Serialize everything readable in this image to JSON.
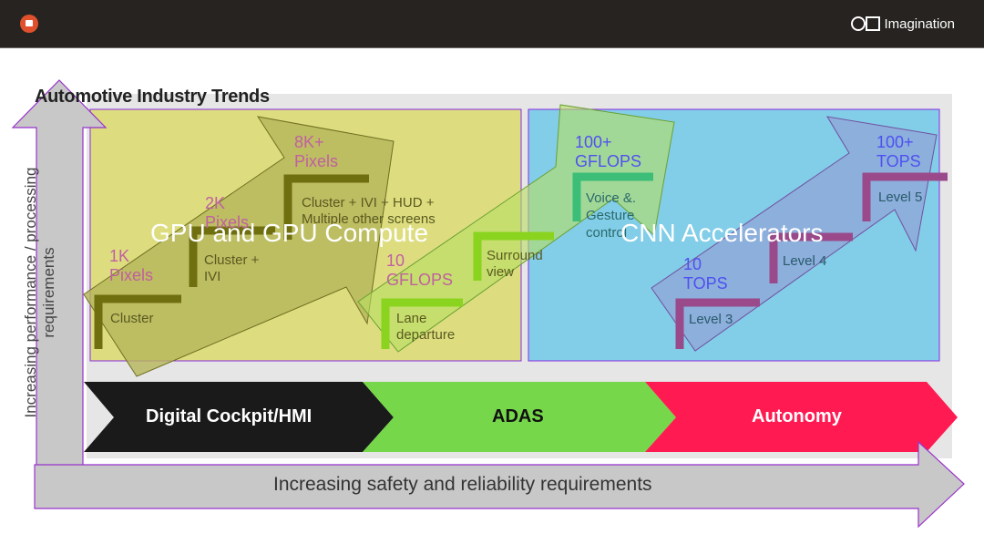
{
  "header": {
    "app_icon": "presentation-icon",
    "brand": "Imagination",
    "brand_logo": "circle-square-logo"
  },
  "slide": {
    "title": "Automotive Industry Trends",
    "y_axis": {
      "line1": "Increasing performance / processing",
      "line2": "requirements"
    },
    "x_axis": "Increasing safety and reliability requirements",
    "segments": [
      {
        "label": "Digital Cockpit/HMI",
        "color": "#1a1a1a",
        "text_color": "#ffffff"
      },
      {
        "label": "ADAS",
        "color": "#76d74a",
        "text_color": "#111111"
      },
      {
        "label": "Autonomy",
        "color": "#ff1a52",
        "text_color": "#ffffff"
      }
    ],
    "panels": {
      "gpu": {
        "title": "GPU and GPU Compute",
        "color": "#dddd80"
      },
      "cnn": {
        "title": "CNN Accelerators",
        "color": "#82cde8"
      }
    },
    "cockpit_steps": [
      {
        "value": "1K\nPixels",
        "label": "Cluster"
      },
      {
        "value": "2K\nPixels",
        "label": "Cluster +\nIVI"
      },
      {
        "value": "8K+\nPixels",
        "label": "Cluster + IVI + HUD +\nMultiple other screens"
      }
    ],
    "adas_steps": [
      {
        "value": "10\nGFLOPS",
        "label": "Lane\ndeparture"
      },
      {
        "value": "",
        "label": "Surround\nview"
      },
      {
        "value": "100+\nGFLOPS",
        "label": "Voice &.\nGesture\ncontrol"
      }
    ],
    "autonomy_steps": [
      {
        "value": "10\nTOPS",
        "label": "Level 3"
      },
      {
        "value": "",
        "label": "Level 4"
      },
      {
        "value": "100+\nTOPS",
        "label": "Level 5"
      }
    ]
  }
}
